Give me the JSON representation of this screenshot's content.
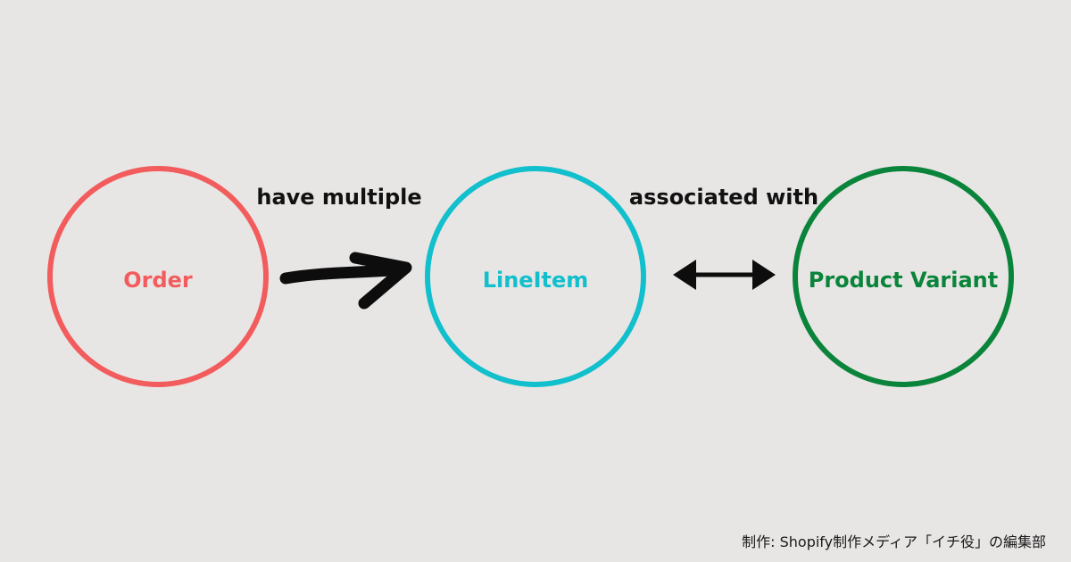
{
  "nodes": [
    {
      "id": "order",
      "label": "Order",
      "color": "#f25c5c"
    },
    {
      "id": "lineitem",
      "label": "LineItem",
      "color": "#12bfcc"
    },
    {
      "id": "variant",
      "label": "Product Variant",
      "color": "#0a843a"
    }
  ],
  "edges": [
    {
      "from": "order",
      "to": "lineitem",
      "label": "have multiple",
      "style": "one-way-thick"
    },
    {
      "from": "lineitem",
      "to": "variant",
      "label": "associated with",
      "style": "two-way"
    }
  ],
  "credit": "制作: Shopify制作メディア「イチ役」の編集部"
}
